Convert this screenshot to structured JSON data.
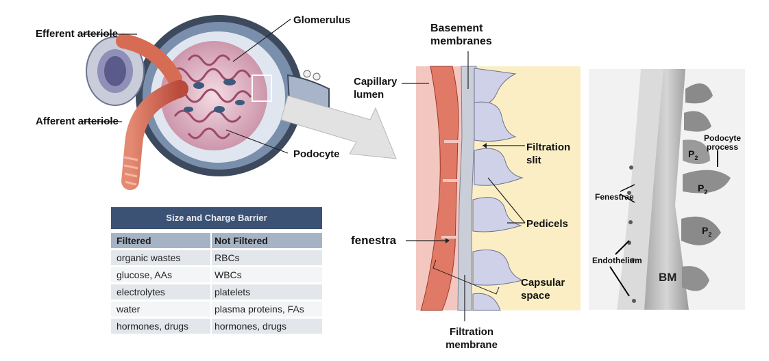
{
  "labels": {
    "efferent": "Efferent arteriole",
    "afferent": "Afferent arteriole",
    "glomerulus": "Glomerulus",
    "podocyte": "Podocyte",
    "basement": "Basement membranes",
    "capillary_lumen": "Capillary lumen",
    "filtration_slit": "Filtration slit",
    "pedicels": "Pedicels",
    "fenestra": "fenestra",
    "capsular_space": "Capsular space",
    "filtration_membrane": "Filtration membrane",
    "micrograph": {
      "podocyte_process": "Podocyte process",
      "fenestrae": "Fenestrae",
      "endothelium": "Endothelium",
      "bm": "BM",
      "p2": "P"
    }
  },
  "table": {
    "title": "Size and Charge Barrier",
    "headers": [
      "Filtered",
      "Not Filtered"
    ],
    "rows": [
      [
        "organic wastes",
        "RBCs"
      ],
      [
        "glucose, AAs",
        "WBCs"
      ],
      [
        "electrolytes",
        "platelets"
      ],
      [
        "water",
        "plasma proteins, FAs"
      ],
      [
        "hormones, drugs",
        "hormones, drugs"
      ]
    ]
  },
  "colors": {
    "capillary_pink": "#f3c7c0",
    "endothelium_red": "#e07a66",
    "basement_gray": "#c9ced8",
    "pedicel_lavender": "#cfd1e8",
    "capsular_yellow": "#fbeec4",
    "table_header_blue": "#3b5274"
  }
}
